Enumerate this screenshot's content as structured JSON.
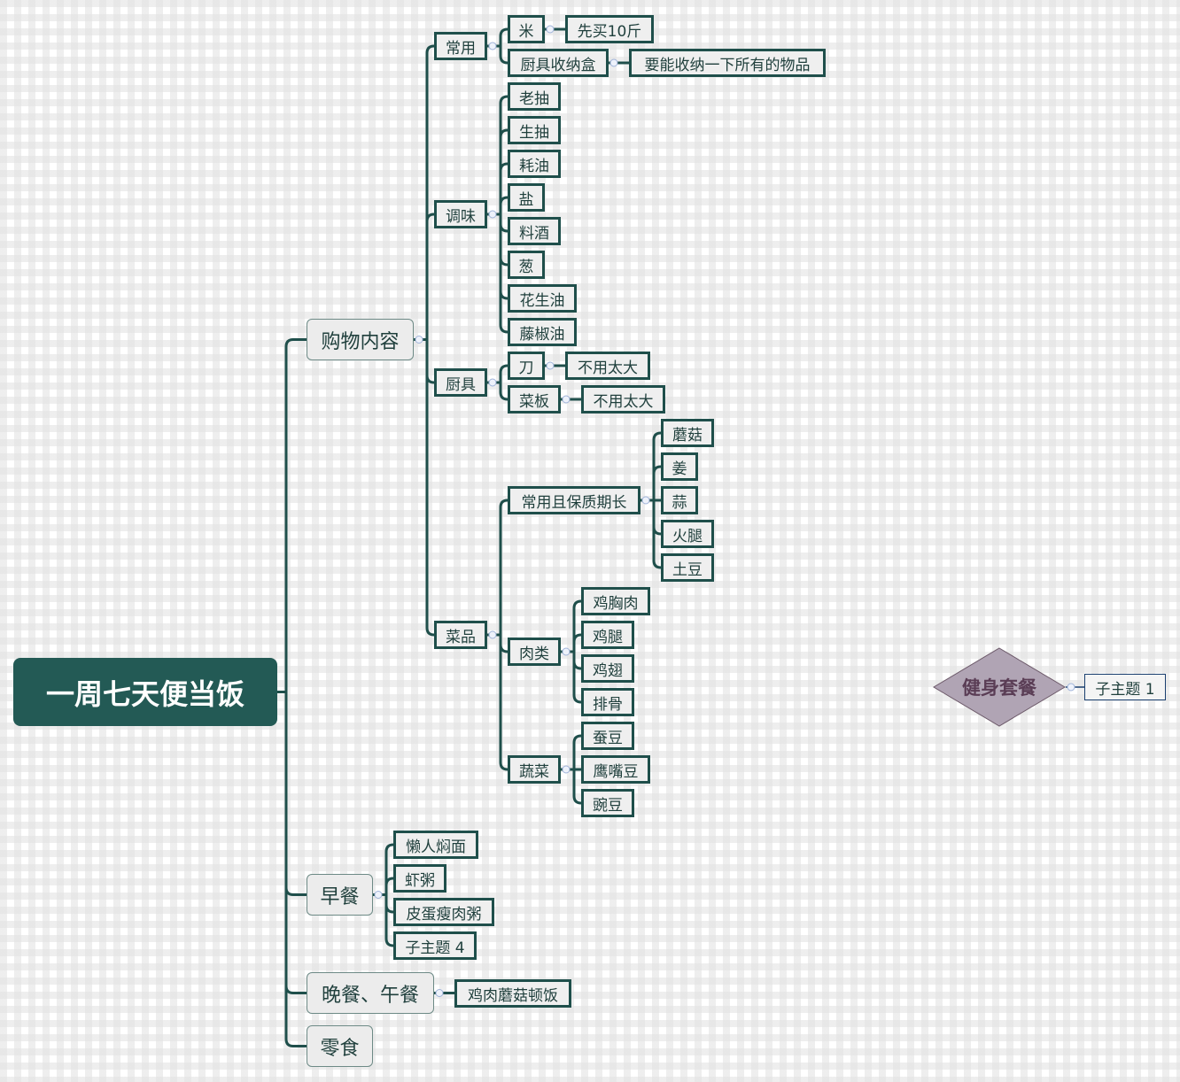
{
  "colors": {
    "root_bg": "#235a55",
    "line": "#1f4f4b",
    "diamond": "#b0a4b4",
    "diamond_text": "#5a3d55"
  },
  "nodes": {
    "root": "一周七天便当饭",
    "n1": "购物内容",
    "n2": "早餐",
    "n3": "晚餐、午餐",
    "n4": "零食",
    "a1": "常用",
    "a2": "调味",
    "a3": "厨具",
    "a4": "菜品",
    "b1": "米",
    "b1x": "先买10斤",
    "b2": "厨具收纳盒",
    "b2x": "要能收纳一下所有的物品",
    "c1": "老抽",
    "c2": "生抽",
    "c3": "耗油",
    "c4": "盐",
    "c5": "料酒",
    "c6": "葱",
    "c7": "花生油",
    "c8": "藤椒油",
    "d1": "刀",
    "d1x": "不用太大",
    "d2": "菜板",
    "d2x": "不用太大",
    "e1": "常用且保质期长",
    "e2": "肉类",
    "e3": "蔬菜",
    "f1": "蘑菇",
    "f2": "姜",
    "f3": "蒜",
    "f4": "火腿",
    "f5": "土豆",
    "g1": "鸡胸肉",
    "g2": "鸡腿",
    "g3": "鸡翅",
    "g4": "排骨",
    "h1": "蚕豆",
    "h2": "鹰嘴豆",
    "h3": "豌豆",
    "i1": "懒人焖面",
    "i2": "虾粥",
    "i3": "皮蛋瘦肉粥",
    "i4": "子主题 4",
    "j1": "鸡肉蘑菇顿饭",
    "x1": "健身套餐",
    "x1c": "子主题 1"
  }
}
